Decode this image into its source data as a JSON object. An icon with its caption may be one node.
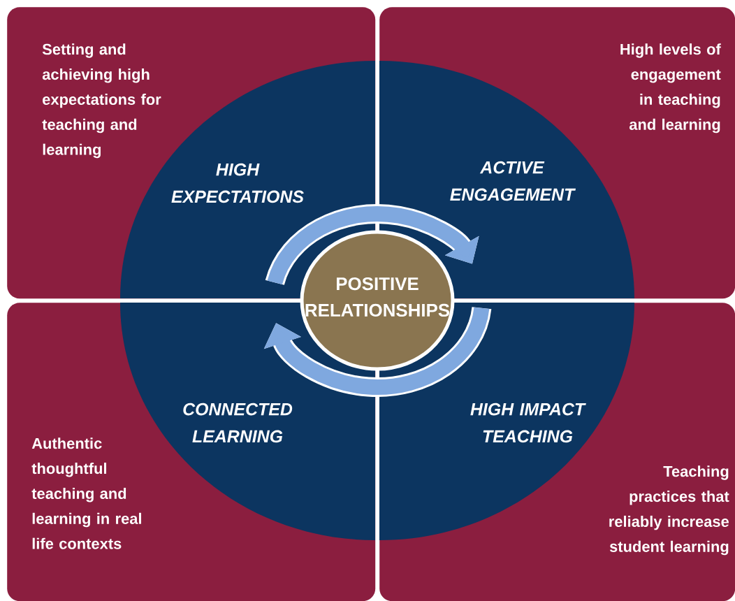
{
  "diagram": {
    "nodes": [
      {
        "text": [
          "Setting and achieving high expectations for teaching and learning"
        ]
      },
      {
        "text": [
          "High levels of engagement in teaching and learning"
        ]
      },
      {
        "text": [
          "Authentic thoughtful teaching and learning in real life contexts"
        ]
      },
      {
        "text": [
          "Teaching practices that reliably increase student learning"
        ]
      },
      {
        "text": [
          "HIGH EXPECTATIONS"
        ],
        "in": 0
      },
      {
        "text": [
          "ACTIVE ENGAGEMENT"
        ],
        "in": 1
      },
      {
        "text": [
          "CONNECTED LEARNING"
        ],
        "in": 2
      },
      {
        "text": [
          "HIGH IMPACT TEACHING"
        ],
        "in": 3
      },
      {
        "text": [
          "POSITIVE RELATIONSHIPS"
        ]
      }
    ],
    "edges": [
      {
        "from": 4,
        "to": 5,
        "arrow": "to"
      },
      {
        "from": 7,
        "to": 6,
        "arrow": "to"
      }
    ]
  }
}
